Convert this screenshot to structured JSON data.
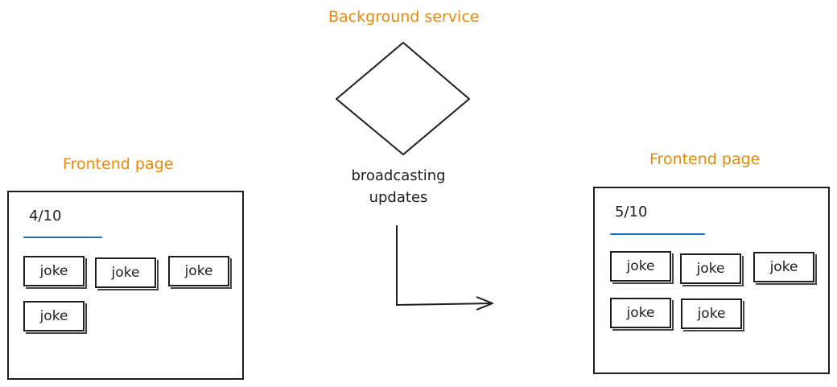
{
  "diagram": {
    "service": {
      "title": "Background service",
      "note_line1": "broadcasting",
      "note_line2": "updates"
    },
    "left_page": {
      "title": "Frontend page",
      "counter": "4/10",
      "items": [
        "joke",
        "joke",
        "joke",
        "joke"
      ]
    },
    "right_page": {
      "title": "Frontend page",
      "counter": "5/10",
      "items": [
        "joke",
        "joke",
        "joke",
        "joke",
        "joke"
      ]
    },
    "colors": {
      "label": "#e8890c",
      "stroke": "#1e1e1e",
      "underline": "#1971c2"
    }
  }
}
